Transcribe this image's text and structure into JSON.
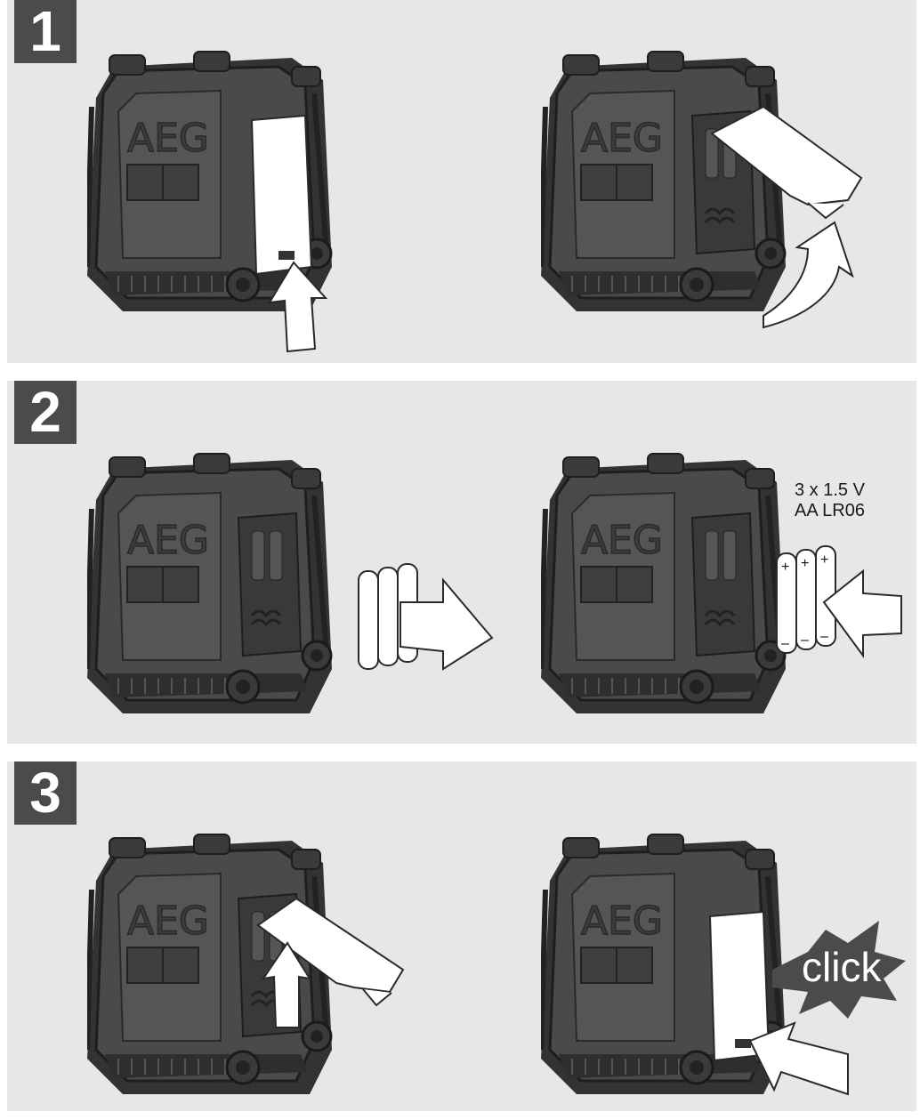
{
  "steps": [
    {
      "number": "1"
    },
    {
      "number": "2"
    },
    {
      "number": "3"
    }
  ],
  "brand": "AEG",
  "battery_spec": {
    "line1": "3 x 1.5 V",
    "line2": "AA LR06"
  },
  "plus_sign": "+",
  "minus_sign": "–",
  "click_label": "click",
  "colors": {
    "panel": "#e7e7e8",
    "device": "#4a4a4c",
    "step_box": "#4b4b4b"
  }
}
